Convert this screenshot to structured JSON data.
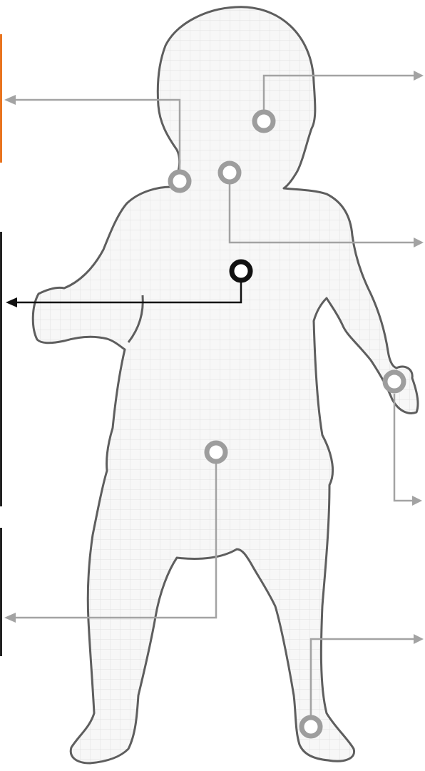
{
  "colors": {
    "background": "#ffffff",
    "body_fill": "#f7f7f7",
    "grid": "#e2e2e2",
    "outline": "#5e5e5e",
    "pointer_gray": "#a3a3a3",
    "marker_gray": "#9d9d9d",
    "pointer_active": "#111111",
    "marker_active": "#111111",
    "edge_accent_orange": "#e9741f",
    "edge_dark": "#222222"
  },
  "markers": [
    {
      "id": "head",
      "icon": "ring-marker-icon",
      "active": false
    },
    {
      "id": "neck-left",
      "icon": "ring-marker-icon",
      "active": false
    },
    {
      "id": "neck-center",
      "icon": "ring-marker-icon",
      "active": false
    },
    {
      "id": "chest",
      "icon": "ring-marker-icon",
      "active": true
    },
    {
      "id": "hand",
      "icon": "ring-marker-icon",
      "active": false
    },
    {
      "id": "abdomen",
      "icon": "ring-marker-icon",
      "active": false
    },
    {
      "id": "foot",
      "icon": "ring-marker-icon",
      "active": false
    }
  ]
}
